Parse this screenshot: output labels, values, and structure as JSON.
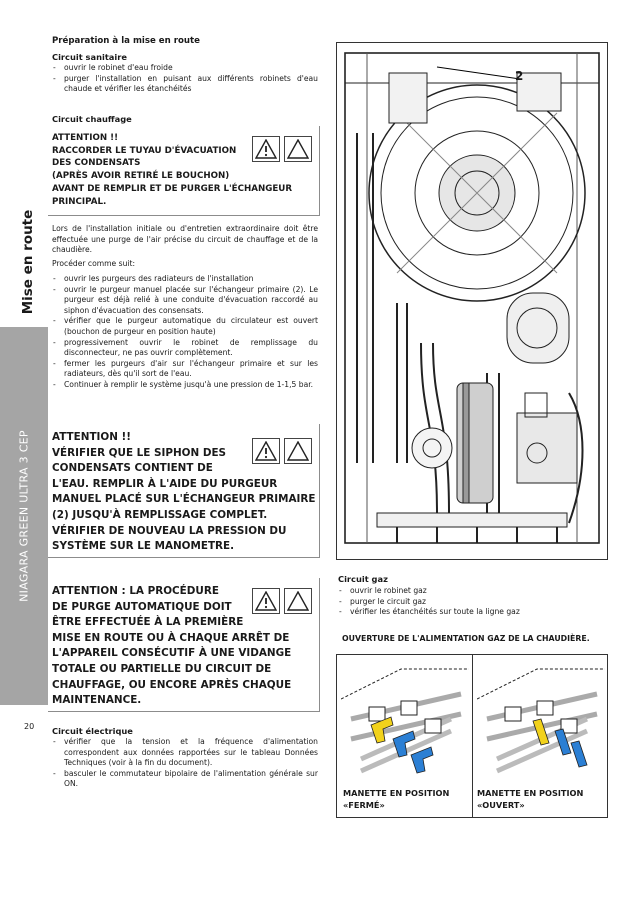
{
  "sidebar": {
    "section_title": "Mise en route",
    "product_name": "NIAGARA GREEN ULTRA 3 CEP",
    "page_number": "20"
  },
  "preparation": {
    "title": "Préparation à la mise en route",
    "sanitary": {
      "title": "Circuit sanitaire",
      "items": [
        "ouvrir le robinet d'eau froide",
        "purger l'installation en puisant aux différents robinets d'eau chaude et vérifier les étanchéités"
      ]
    },
    "heating": {
      "title": "Circuit chauffage",
      "warning1": [
        "ATTENTION !!",
        "RACCORDER LE TUYAU D'ÉVACUATION",
        "DES CONDENSATS",
        "(APRÈS AVOIR RETIRÉ LE BOUCHON)",
        "AVANT DE REMPLIR ET DE PURGER L'ÉCHANGEUR",
        "PRINCIPAL."
      ],
      "intro": "Lors de l'installation initiale ou d'entretien extraordinaire doit être effectuée une purge de l'air précise du circuit de chauffage et de la chaudière.",
      "procedure_label": "Procéder comme suit:",
      "steps": [
        "ouvrir les purgeurs des radiateurs de l'installation",
        "ouvrir le purgeur manuel placée sur l'échangeur primaire (2). Le purgeur est déjà relié à une conduite d'évacuation raccordé au siphon d'évacuation des consensats.",
        "vérifier que le purgeur automatique du circulateur est ouvert (bouchon de purgeur en position haute)",
        "progressivement ouvrir le robinet de remplissage du disconnecteur, ne pas ouvrir complètement.",
        "fermer les purgeurs d'air sur l'échangeur primaire et sur les radiateurs, dès qu'il sort de l'eau.",
        "Continuer à remplir le système jusqu'à une pression de 1-1,5 bar."
      ],
      "warning2": [
        "ATTENTION !!",
        "VÉRIFIER QUE LE SIPHON DES",
        "CONDENSATS CONTIENT DE",
        "L'EAU. REMPLIR À L'AIDE DU PURGEUR",
        "MANUEL PLACÉ SUR L'ÉCHANGEUR PRIMAIRE",
        "(2) JUSQU'À REMPLISSAGE COMPLET.",
        "VÉRIFIER DE NOUVEAU LA PRESSION DU",
        "SYSTÈME SUR LE MANOMETRE."
      ],
      "warning3": [
        "ATTENTION :  LA PROCÉDURE",
        "DE PURGE AUTOMATIQUE DOIT",
        "ÊTRE EFFECTUÉE À LA PREMIÈRE",
        "MISE EN ROUTE OU À CHAQUE ARRÊT DE",
        "L'APPAREIL CONSÉCUTIF À UNE VIDANGE",
        "TOTALE OU PARTIELLE DU CIRCUIT DE",
        "CHAUFFAGE, OU ENCORE APRÈS CHAQUE",
        "MAINTENANCE."
      ]
    },
    "electric": {
      "title": "Circuit électrique",
      "items": [
        "vérifier que la tension et la fréquence d'alimentation correspondent aux données rapportées sur le tableau Données Techniques (voir à la fin du document).",
        "basculer le commutateur bipolaire de l'alimentation générale sur ON."
      ]
    }
  },
  "gas": {
    "title": "Circuit gaz",
    "items": [
      "ouvrir le robinet gaz",
      "purger le circuit gaz",
      "vérifier les étanchéités sur toute la ligne gaz"
    ],
    "figure_title": "OUVERTURE DE L'ALIMENTATION GAZ DE LA CHAUDIÈRE.",
    "closed_caption": [
      "MANETTE EN POSITION",
      "«FERMÉ»"
    ],
    "open_caption": [
      "MANETTE EN POSITION",
      "«OUVERT»"
    ]
  },
  "figure_main": {
    "callout": "2"
  },
  "colors": {
    "sidebar_band": "#a5a5a5",
    "valve_yellow": "#f2d21b",
    "valve_blue": "#2b7fd4"
  },
  "icons": [
    "warning-triangle-icon",
    "hazard-triangle-icon"
  ]
}
